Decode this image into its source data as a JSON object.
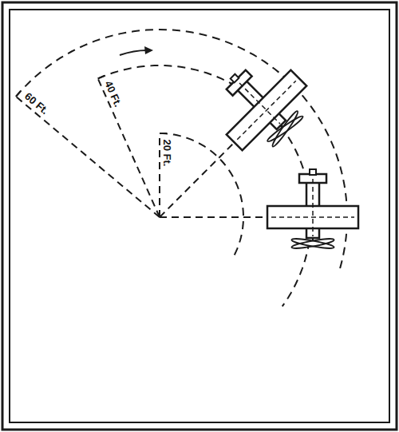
{
  "diagram": {
    "labels": [
      "60 Ft.",
      "40 Ft.",
      "20 Ft."
    ]
  }
}
